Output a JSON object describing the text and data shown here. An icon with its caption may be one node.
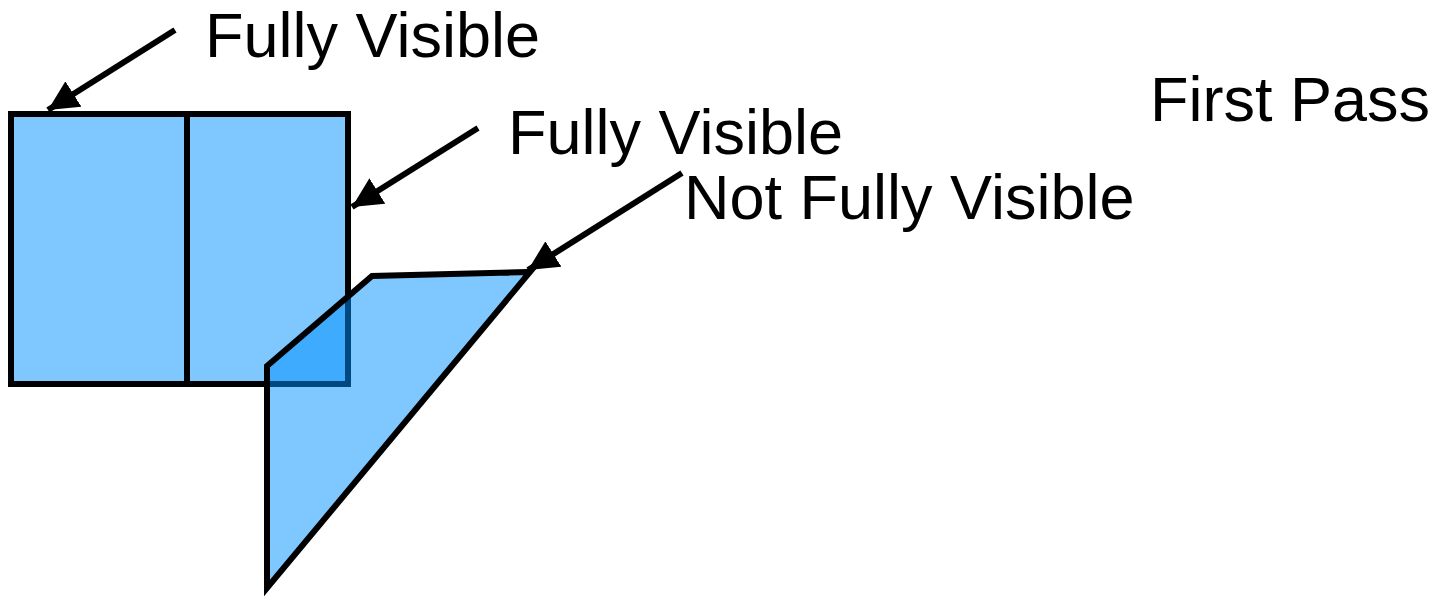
{
  "diagram": {
    "nodes": [
      {
        "text": [
          "Fully Visible"
        ]
      },
      {
        "text": [],
        "shape": "box"
      },
      {
        "text": [
          "Fully Visible"
        ]
      },
      {
        "text": [],
        "shape": "box"
      },
      {
        "text": [
          "Not Fully Visible"
        ]
      },
      {
        "text": [],
        "shape": "polygon"
      }
    ],
    "edges": [
      {
        "from": 0,
        "to": 1,
        "arrow": "to"
      },
      {
        "from": 2,
        "to": 3,
        "arrow": "to"
      },
      {
        "from": 4,
        "to": 5,
        "arrow": "to"
      }
    ],
    "labels": [
      "First Pass"
    ]
  }
}
